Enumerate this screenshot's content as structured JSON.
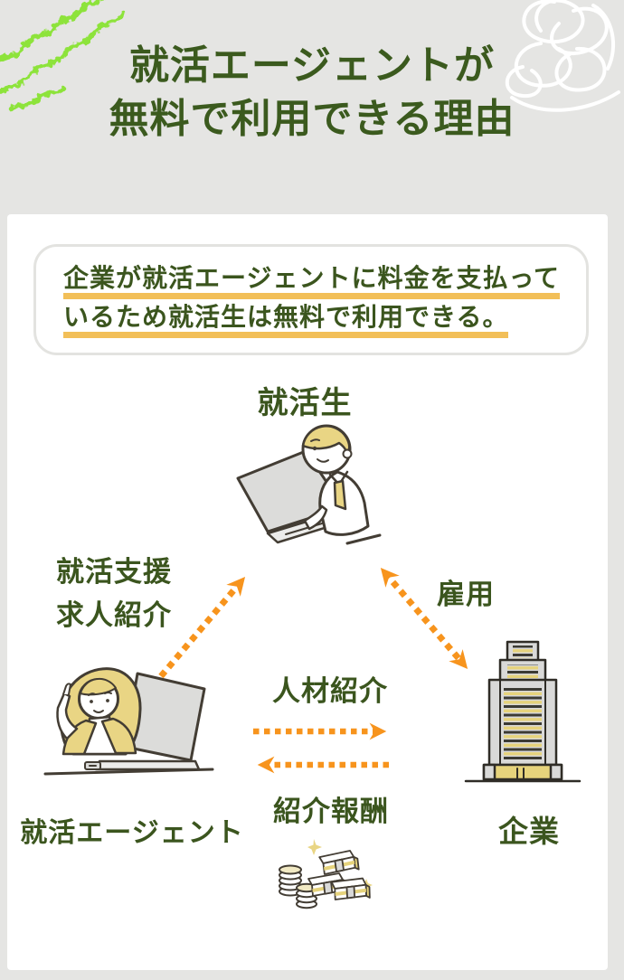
{
  "colors": {
    "page_background": "#e5e5e3",
    "card_background": "#ffffff",
    "text_green": "#3b551e",
    "title_green": "#3b5a1e",
    "arrow_orange": "#f7941d",
    "underline_amber": "#f2bf58",
    "squiggle_green": "#8de33b",
    "scribble_white": "#ffffff",
    "illustration_yellow": "#e9d584",
    "illustration_gray": "#dcdcda",
    "outline_dark": "#433d34"
  },
  "header": {
    "title_line1": "就活エージェントが",
    "title_line2": "無料で利用できる理由",
    "decorations": {
      "left": "green-crayon-squiggle",
      "right": "white-scribble-tangle"
    }
  },
  "callout": {
    "line1": "企業が就活エージェントに料金を支払って",
    "line2": "いるため就活生は無料で利用できる。"
  },
  "diagram": {
    "nodes": {
      "student": {
        "label": "就活生",
        "illustration": "student-typing-on-laptop"
      },
      "agent": {
        "label": "就活エージェント",
        "illustration": "agent-woman-pointing-with-laptop"
      },
      "company": {
        "label": "企業",
        "illustration": "office-building"
      }
    },
    "edges": {
      "agent_to_student": {
        "label_line1": "就活支援",
        "label_line2": "求人紹介",
        "direction": "one-way to student"
      },
      "student_company": {
        "label": "雇用",
        "direction": "two-way"
      },
      "agent_to_company": {
        "label": "人材紹介",
        "direction": "one-way right"
      },
      "company_to_agent": {
        "label": "紹介報酬",
        "direction": "one-way left",
        "illustration": "money-stacks-and-coins"
      }
    }
  }
}
